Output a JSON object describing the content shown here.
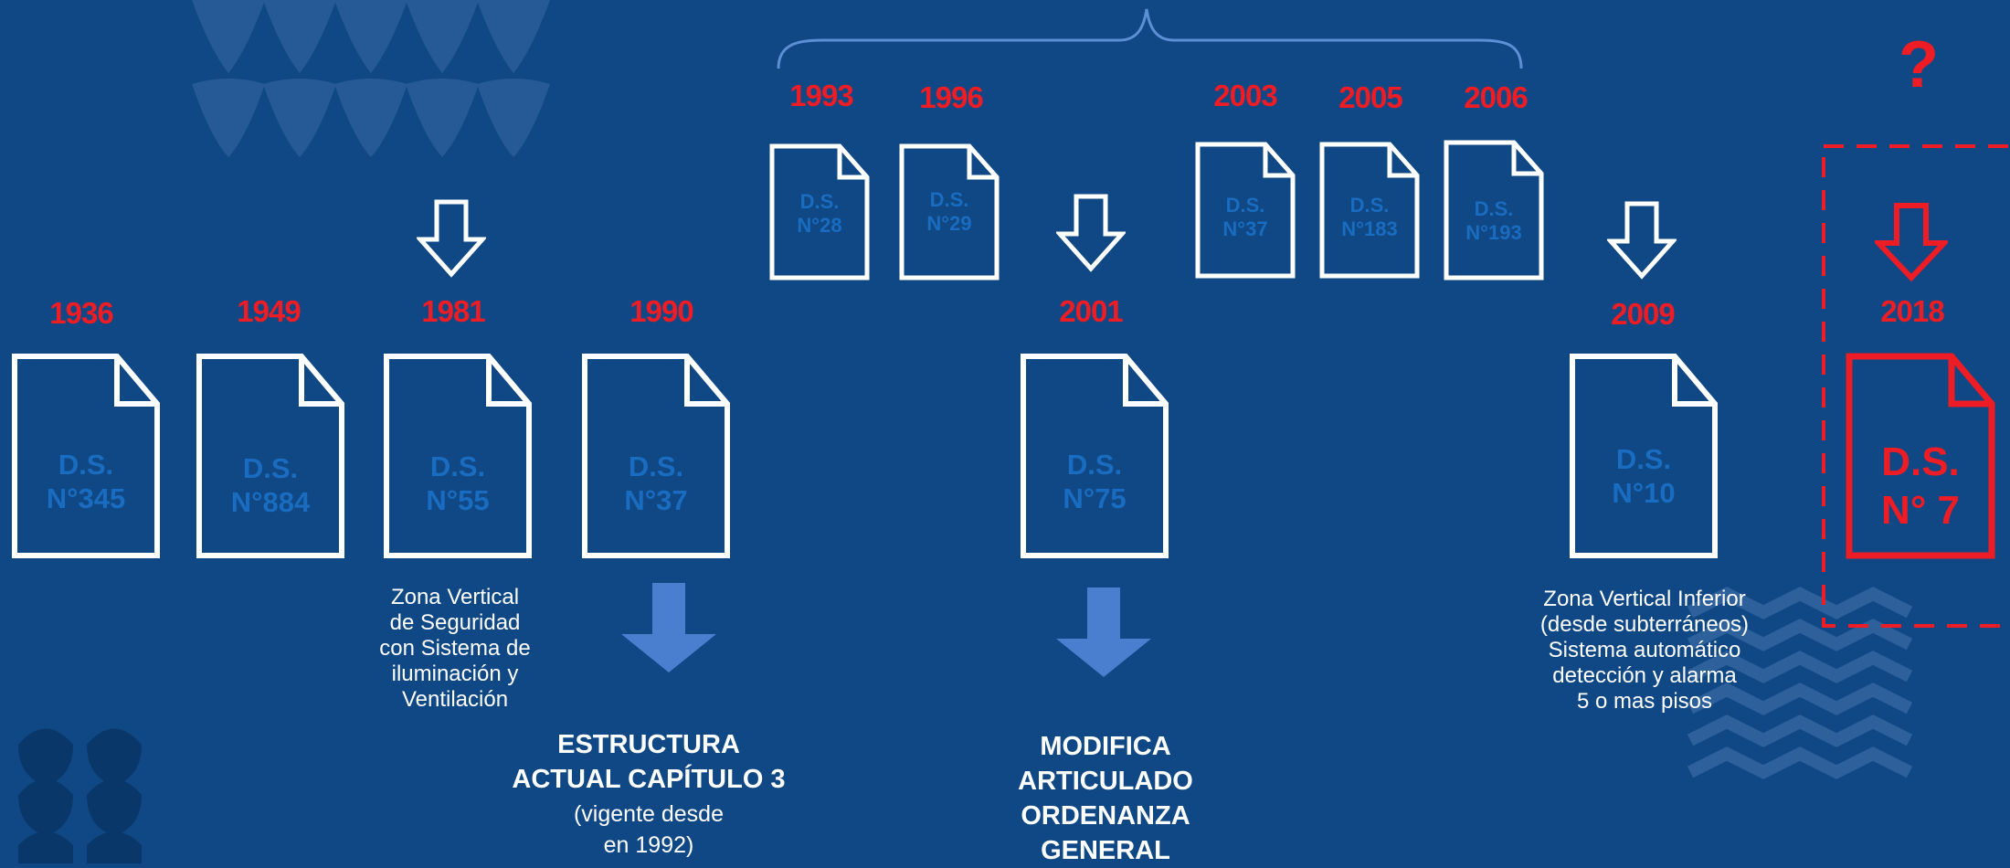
{
  "timeline": {
    "docs": [
      {
        "year": "1936",
        "prefix": "D.S.",
        "number": "N°345"
      },
      {
        "year": "1949",
        "prefix": "D.S.",
        "number": "N°884"
      },
      {
        "year": "1981",
        "prefix": "D.S.",
        "number": "N°55"
      },
      {
        "year": "1990",
        "prefix": "D.S.",
        "number": "N°37"
      },
      {
        "year": "1993",
        "prefix": "D.S.",
        "number": "N°28"
      },
      {
        "year": "1996",
        "prefix": "D.S.",
        "number": "N°29"
      },
      {
        "year": "2001",
        "prefix": "D.S.",
        "number": "N°75"
      },
      {
        "year": "2003",
        "prefix": "D.S.",
        "number": "N°37"
      },
      {
        "year": "2005",
        "prefix": "D.S.",
        "number": "N°183"
      },
      {
        "year": "2006",
        "prefix": "D.S.",
        "number": "N°193"
      },
      {
        "year": "2009",
        "prefix": "D.S.",
        "number": "N°10"
      },
      {
        "year": "2018",
        "prefix": "D.S.",
        "number": "N° 7"
      }
    ],
    "question_mark": "?",
    "notes": {
      "n1981": "Zona Vertical\nde Seguridad\ncon Sistema de\niluminación  y\nVentilación",
      "n2009": "Zona Vertical Inferior\n(desde subterráneos)\nSistema automático\ndetección y alarma\n5 o mas pisos"
    },
    "estructura": {
      "heading": "ESTRUCTURA\nACTUAL CAPÍTULO 3",
      "sub": "(vigente desde\nen 1992)"
    },
    "modifica": {
      "heading": "MODIFICA\nARTICULADO\nORDENANZA\nGENERAL"
    }
  },
  "colors": {
    "background": "#0f4884",
    "accent": "#ee1c24",
    "doc_outline": "#ffffff",
    "doc_text": "#1a6cc0",
    "down_arrow": "#4a7fcf"
  }
}
